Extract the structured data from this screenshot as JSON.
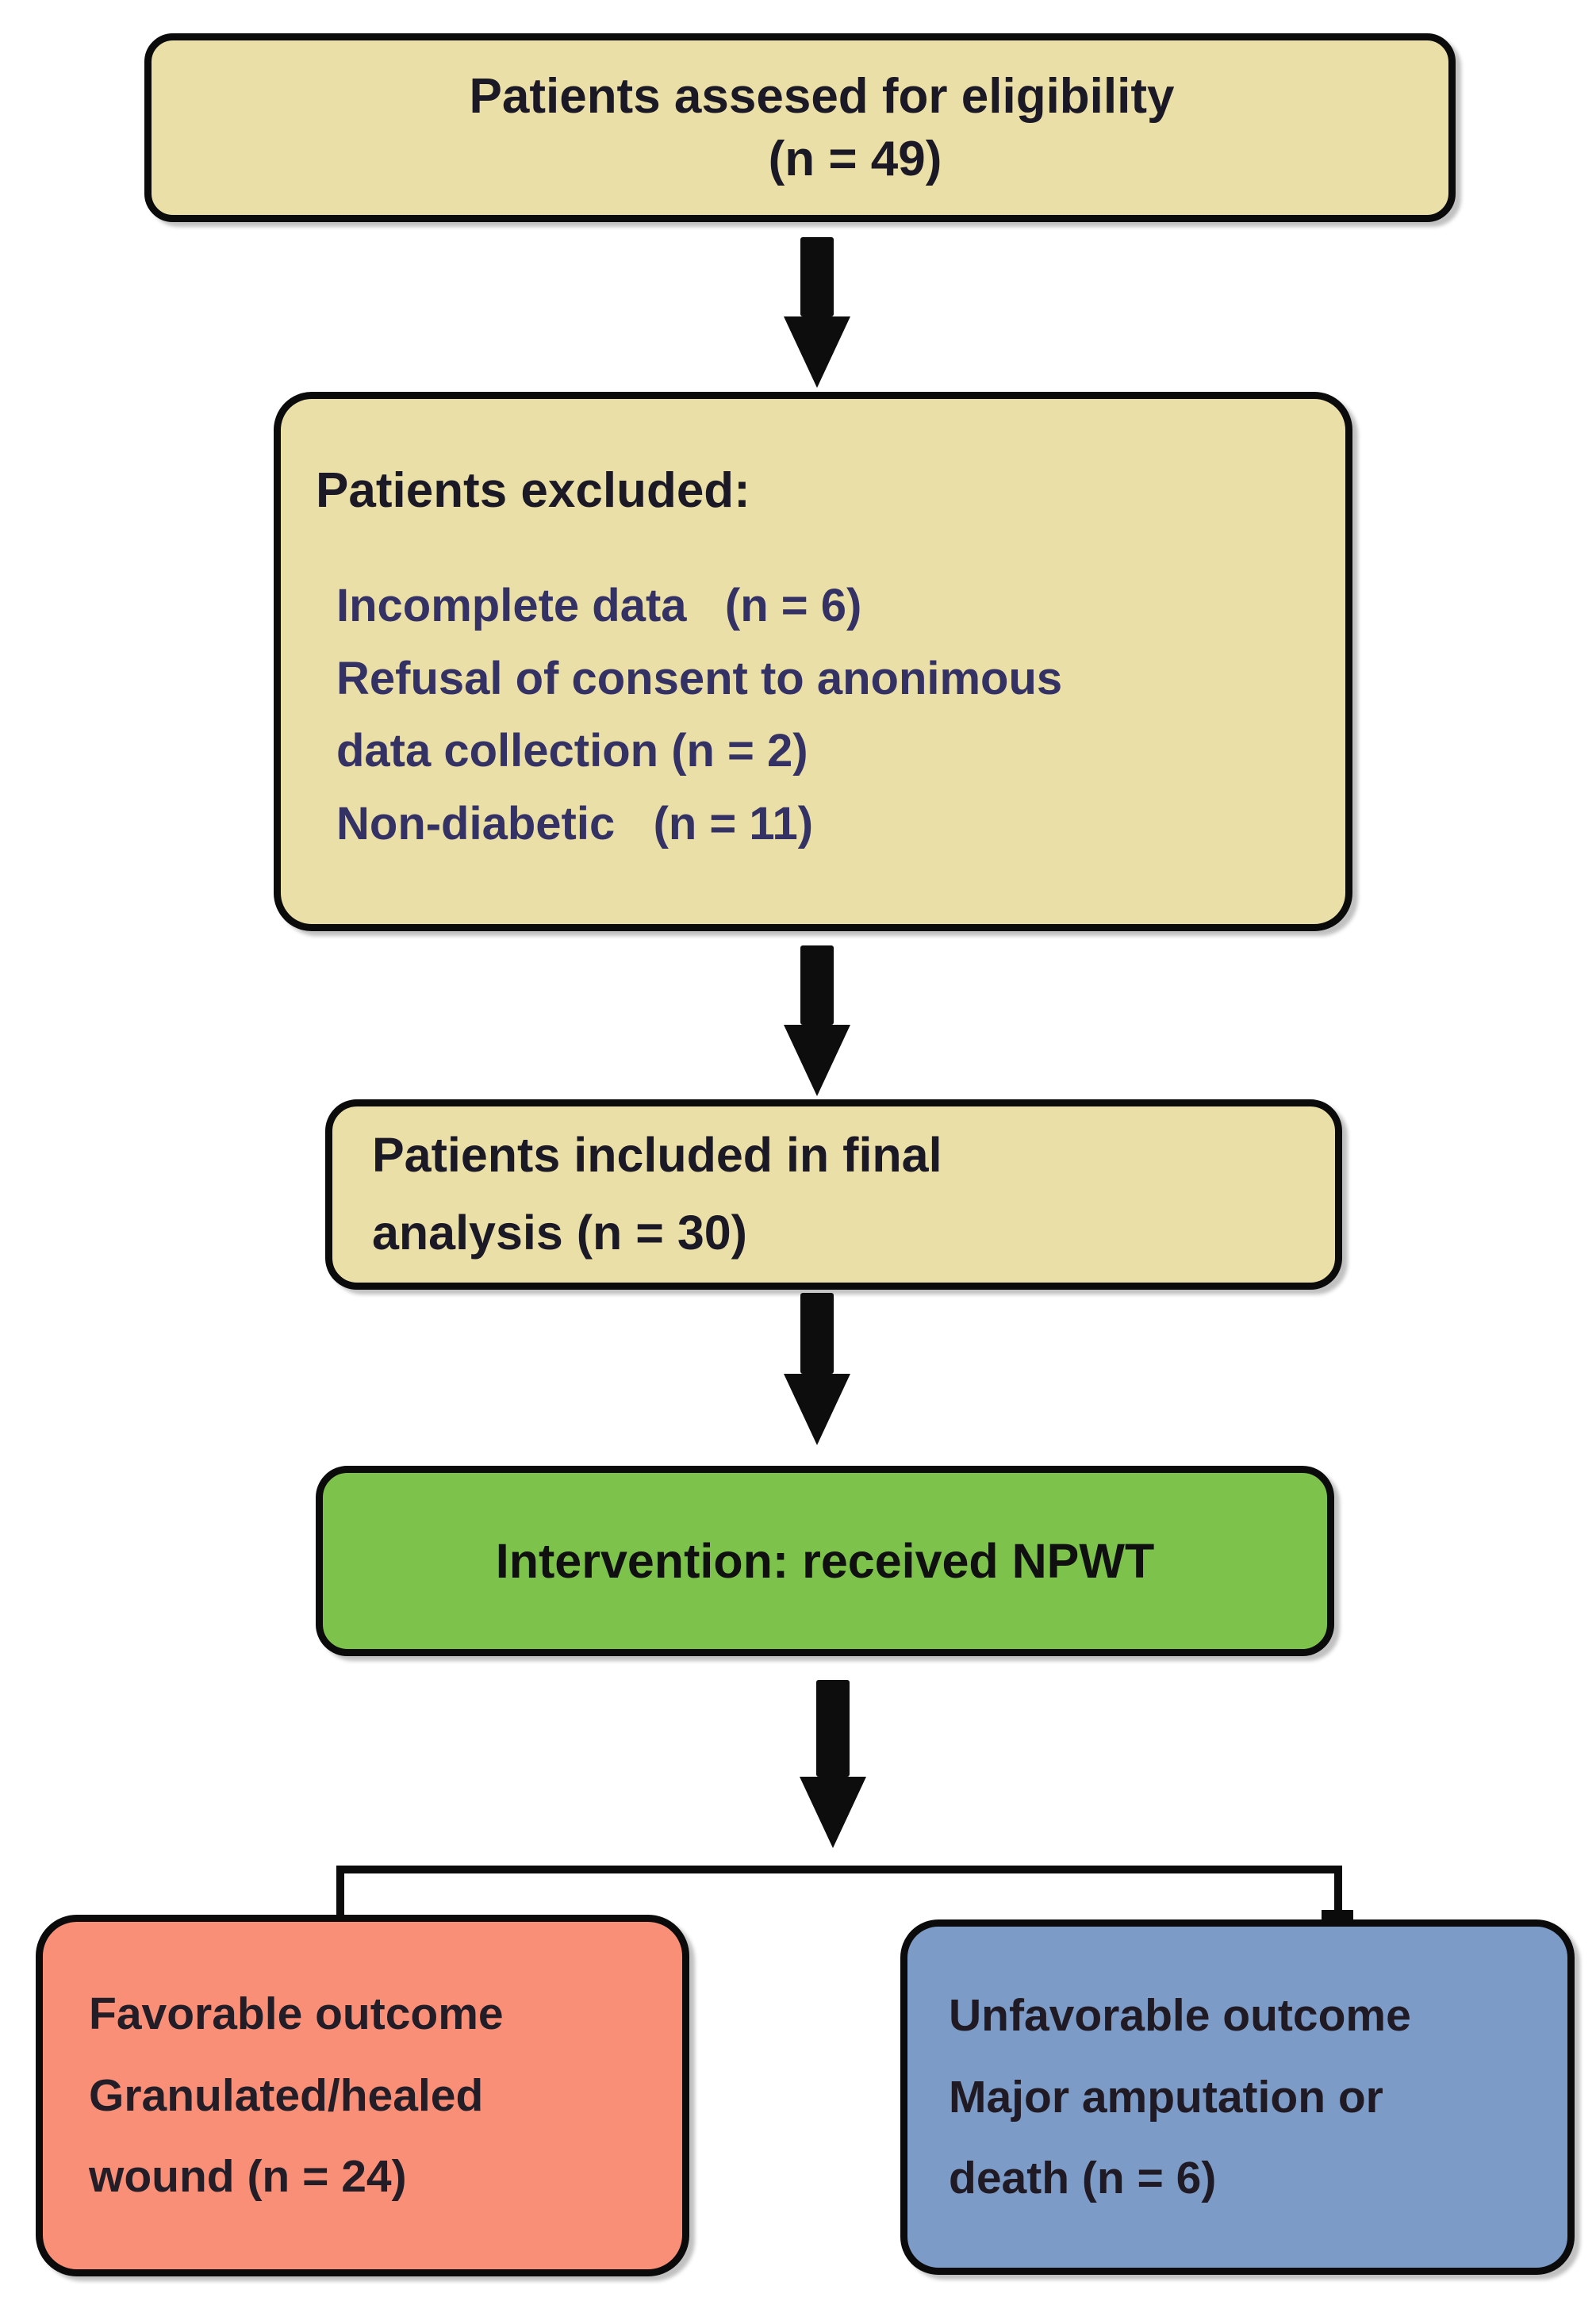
{
  "flow": {
    "eligibility": {
      "line1": "Patients assesed for eligibility",
      "line2": "(n = 49)",
      "n": 49
    },
    "excluded": {
      "heading": "Patients excluded:",
      "lines": [
        "Incomplete data   (n = 6)",
        "Refusal of consent to anonimous",
        "data collection (n = 2)",
        "Non-diabetic   (n = 11)"
      ],
      "n_incomplete_data": 6,
      "n_refusal_of_consent": 2,
      "n_non_diabetic": 11
    },
    "included": {
      "lines": [
        "Patients included in final",
        "analysis (n = 30)"
      ],
      "n": 30
    },
    "intervention": {
      "label": "Intervention: received NPWT"
    },
    "favorable": {
      "lines": [
        "Favorable outcome",
        "Granulated/healed",
        "wound (n = 24)"
      ],
      "n": 24
    },
    "unfavorable": {
      "lines": [
        "Unfavorable outcome",
        "Major amputation or",
        "death (n = 6)"
      ],
      "n": 6
    }
  },
  "colors": {
    "box_tan": "#EADFA6",
    "box_green": "#7DC24B",
    "box_salmon": "#F98F77",
    "box_blue": "#7C9BC6",
    "border": "#0B0B0B",
    "arrow": "#0D0D0D",
    "text_dark": "#1C1926",
    "text_navy": "#343165",
    "background": "#FFFFFF"
  }
}
